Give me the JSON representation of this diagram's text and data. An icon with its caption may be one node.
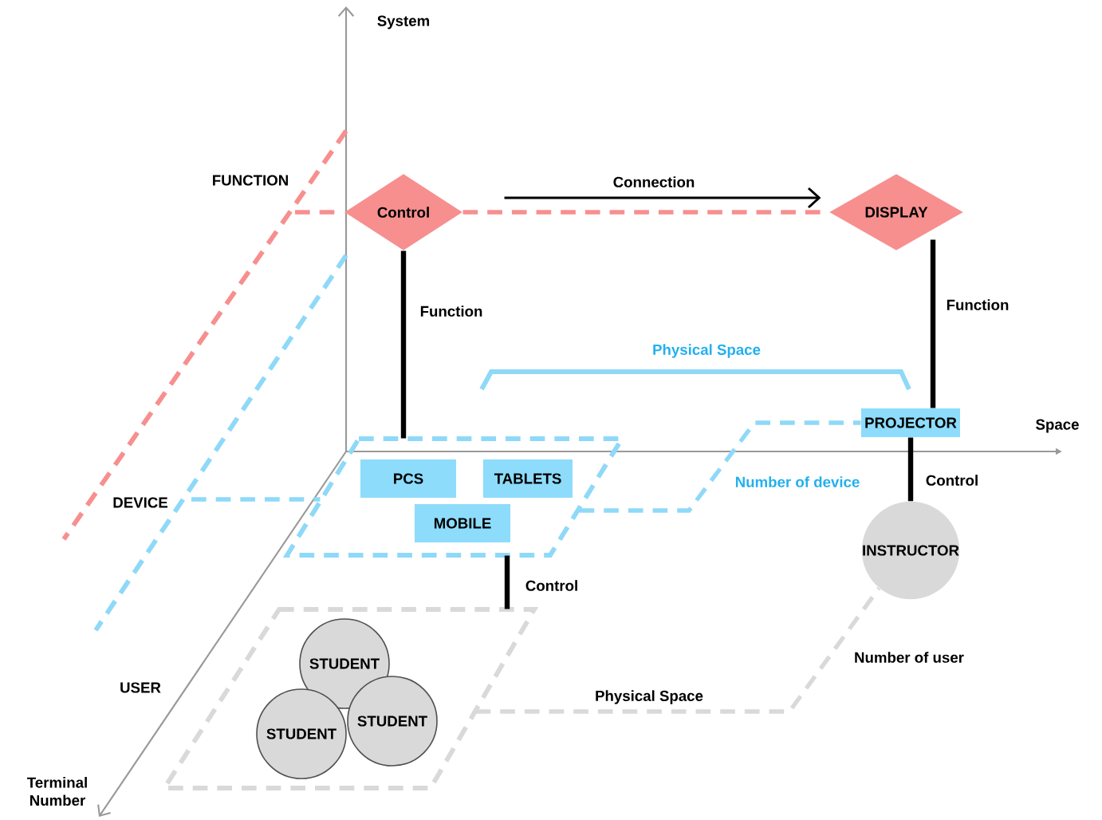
{
  "diagram": {
    "nodes": [
      {
        "text": [
          "Control"
        ]
      },
      {
        "text": [
          "DISPLAY"
        ]
      },
      {
        "text": [
          "PROJECTOR"
        ]
      },
      {
        "text": [],
        "shape": "parallelogram"
      },
      {
        "text": [
          "PCS"
        ],
        "in": 3
      },
      {
        "text": [
          "TABLETS"
        ],
        "in": 3
      },
      {
        "text": [
          "MOBILE"
        ],
        "in": 3
      },
      {
        "text": [
          "INSTRUCTOR"
        ]
      },
      {
        "text": [],
        "shape": "parallelogram"
      },
      {
        "text": [
          "STUDENT"
        ],
        "in": 8
      },
      {
        "text": [
          "STUDENT"
        ],
        "in": 8
      },
      {
        "text": [
          "STUDENT"
        ],
        "in": 8
      }
    ],
    "edges": [
      {
        "from": 0,
        "to": 1,
        "arrow": "to",
        "label": "Connection"
      },
      {
        "from": 0,
        "to": 1,
        "arrow": "none",
        "style": "dashed",
        "color": "#f78f8f"
      },
      {
        "from": null,
        "to": 0,
        "arrow": "none",
        "style": "dashed",
        "color": "#f78f8f"
      },
      {
        "from": 0,
        "to": 3,
        "arrow": "none",
        "label": "Function"
      },
      {
        "from": 1,
        "to": 2,
        "arrow": "none",
        "label": "Function"
      },
      {
        "from": null,
        "to": 3,
        "arrow": "none",
        "style": "dashed",
        "color": "#8fd9f8"
      },
      {
        "from": 3,
        "to": 2,
        "arrow": "none",
        "style": "dashed",
        "color": "#8fd9f8",
        "label": "Number of device"
      },
      {
        "from": 2,
        "to": 7,
        "arrow": "none",
        "label": "Control"
      },
      {
        "from": 3,
        "to": 8,
        "arrow": "none",
        "label": "Control"
      },
      {
        "from": 8,
        "to": 7,
        "arrow": "none",
        "style": "dashed",
        "color": "#d9d9d9",
        "label": "Number of user"
      }
    ],
    "labels": [
      "System",
      "FUNCTION",
      "Physical Space",
      "Space",
      "DEVICE",
      "USER",
      "Physical Space",
      "Terminal Number"
    ]
  }
}
